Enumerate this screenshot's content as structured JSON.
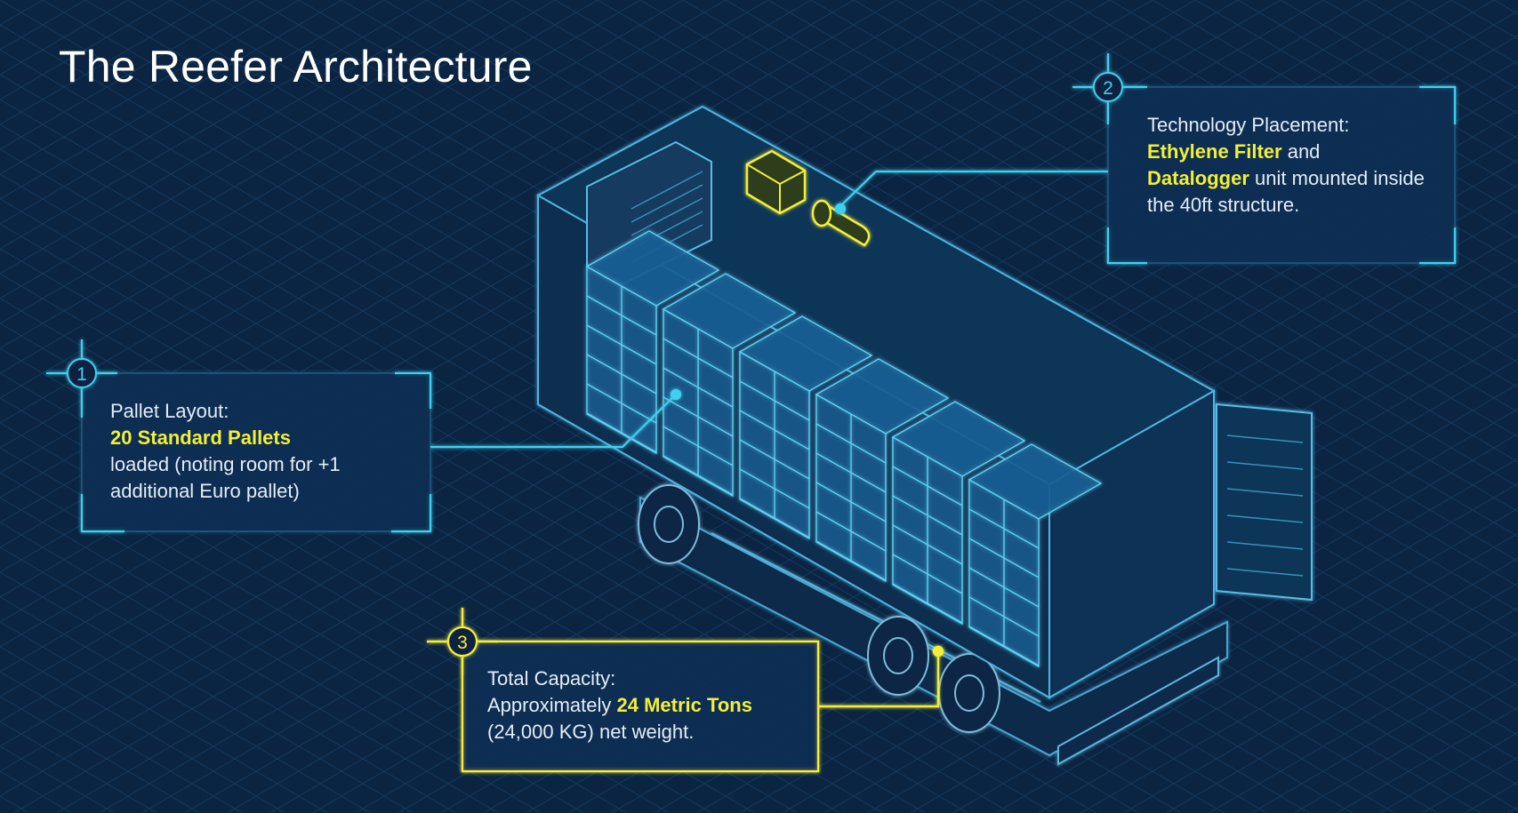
{
  "title": "The Reefer Architecture",
  "colors": {
    "background": "#0a2442",
    "grid": "#16395e",
    "cyan": "#3fd0ee",
    "highlight": "#f2ee3a",
    "text": "#e4edf6"
  },
  "callouts": [
    {
      "number": "1",
      "heading": "Pallet Layout:",
      "highlight": "20 Standard Pallets",
      "body": "loaded (noting room for +1 additional Euro pallet)"
    },
    {
      "number": "2",
      "heading": "Technology Placement:",
      "highlight_a": "Ethylene Filter",
      "joiner": " and",
      "highlight_b": "Datalogger",
      "body": " unit mounted inside the 40ft structure."
    },
    {
      "number": "3",
      "heading": "Total Capacity:",
      "prefix": "Approximately ",
      "highlight": "24 Metric Tons",
      "body": "(24,000 KG) net weight."
    }
  ]
}
